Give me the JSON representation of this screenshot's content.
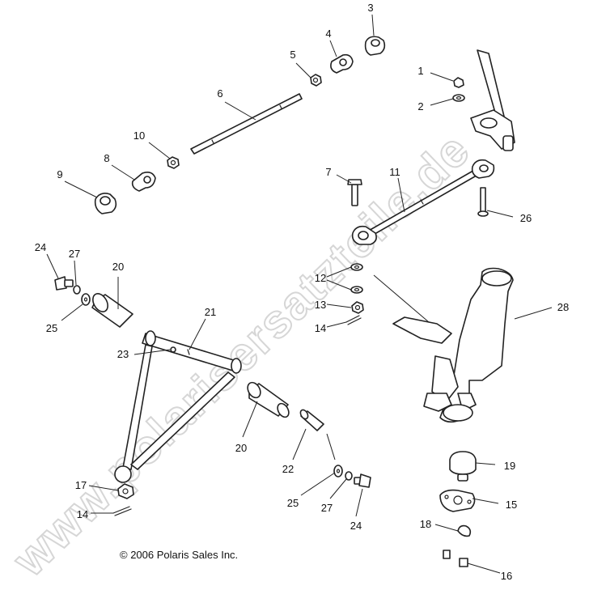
{
  "watermark": "www.polarisersatzteile.de",
  "copyright": "© 2006 Polaris Sales Inc.",
  "callouts": {
    "c1": "1",
    "c2": "2",
    "c3": "3",
    "c4": "4",
    "c5": "5",
    "c6": "6",
    "c7": "7",
    "c8": "8",
    "c9": "9",
    "c10": "10",
    "c11": "11",
    "c12": "12",
    "c13": "13",
    "c14a": "14",
    "c14b": "14",
    "c15": "15",
    "c16": "16",
    "c17": "17",
    "c18": "18",
    "c19": "19",
    "c20a": "20",
    "c20b": "20",
    "c21": "21",
    "c22": "22",
    "c23": "23",
    "c24a": "24",
    "c24b": "24",
    "c25a": "25",
    "c25b": "25",
    "c26": "26",
    "c27a": "27",
    "c27b": "27",
    "c28": "28"
  }
}
